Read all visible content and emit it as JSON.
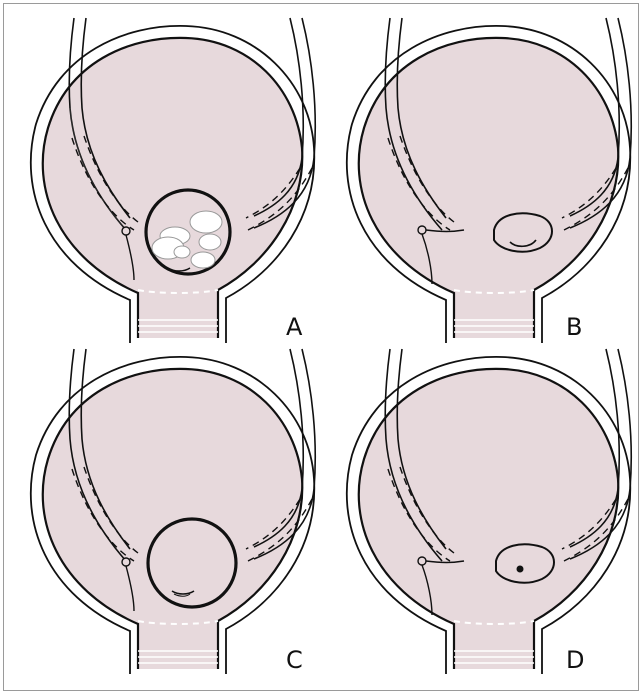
{
  "panels": [
    {
      "label": "A"
    },
    {
      "label": "B"
    },
    {
      "label": "C"
    },
    {
      "label": "D"
    }
  ],
  "colors": {
    "background": "#ffffff",
    "fill": "#e7d9dc",
    "stroke": "#111111",
    "frame": "#9a9a9a",
    "cyst": "#ffffff"
  }
}
